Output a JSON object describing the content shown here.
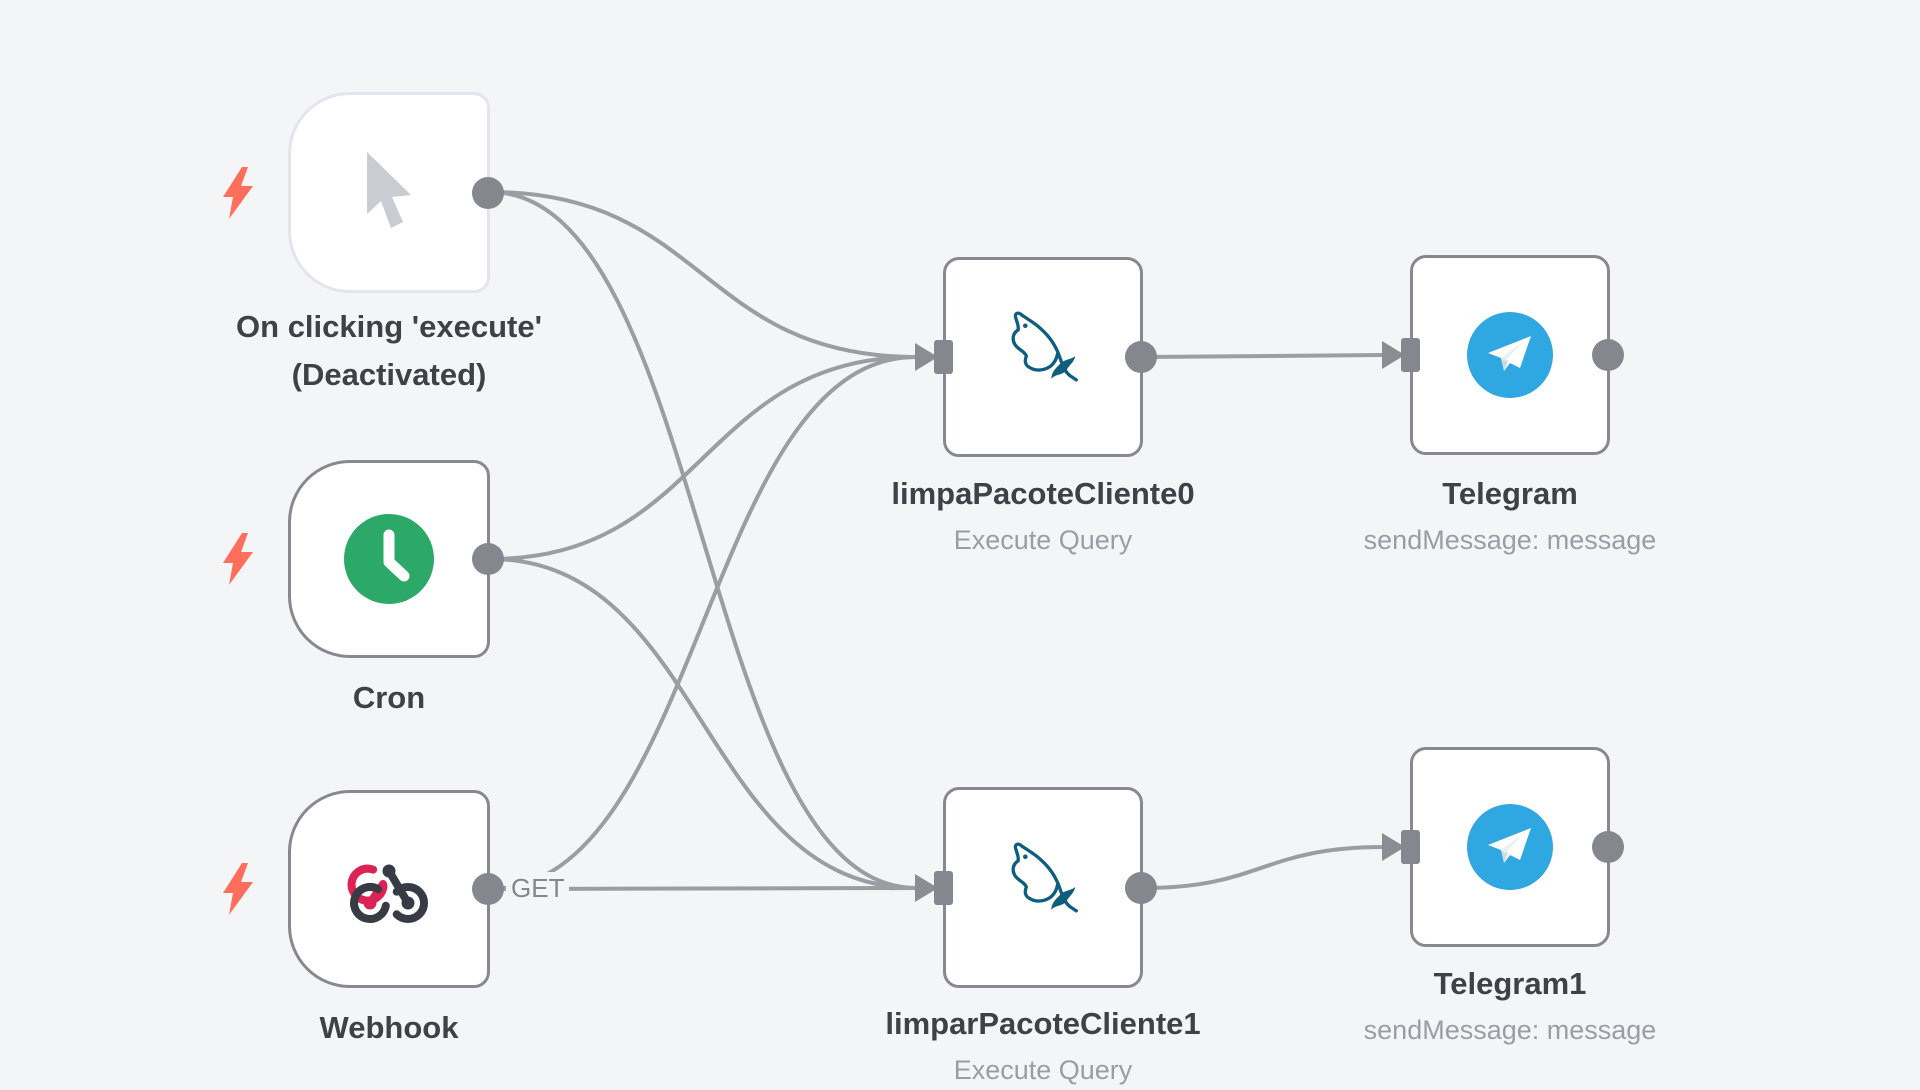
{
  "canvas": {
    "background_color": "#f4f5f6"
  },
  "nodes": [
    {
      "name": "On clicking 'execute'",
      "status": "(Deactivated)",
      "kind": "trigger",
      "deactivated": true,
      "icon": "cursor-icon"
    },
    {
      "name": "Cron",
      "kind": "trigger",
      "icon": "clock-icon"
    },
    {
      "name": "Webhook",
      "kind": "trigger",
      "icon": "webhook-icon",
      "output_label": "GET"
    },
    {
      "name": "limpaPacoteCliente0",
      "subtitle": "Execute Query",
      "kind": "regular",
      "icon": "mysql-dolphin-icon"
    },
    {
      "name": "limparPacoteCliente1",
      "subtitle": "Execute Query",
      "kind": "regular",
      "icon": "mysql-dolphin-icon"
    },
    {
      "name": "Telegram",
      "subtitle": "sendMessage: message",
      "kind": "regular",
      "icon": "telegram-icon"
    },
    {
      "name": "Telegram1",
      "subtitle": "sendMessage: message",
      "kind": "regular",
      "icon": "telegram-icon"
    }
  ],
  "connections": [
    {
      "from": "On clicking 'execute'",
      "to": "limpaPacoteCliente0"
    },
    {
      "from": "On clicking 'execute'",
      "to": "limparPacoteCliente1"
    },
    {
      "from": "Cron",
      "to": "limpaPacoteCliente0"
    },
    {
      "from": "Cron",
      "to": "limparPacoteCliente1"
    },
    {
      "from": "Webhook",
      "to": "limpaPacoteCliente0"
    },
    {
      "from": "Webhook",
      "to": "limparPacoteCliente1",
      "label": "GET"
    },
    {
      "from": "limpaPacoteCliente0",
      "to": "Telegram"
    },
    {
      "from": "limparPacoteCliente1",
      "to": "Telegram1"
    }
  ],
  "colors": {
    "node_border": "#86898f",
    "deactivated_border": "#e2e5ee",
    "connection_line": "#9a9da2",
    "port": "#84878d",
    "title_text": "#3e4147",
    "subtitle_text": "#9a9da5",
    "lightning": "#ff6e5b",
    "telegram_blue": "#2fa7e0",
    "cron_green": "#2ca868",
    "mysql_teal": "#0e5e7d",
    "webhook_pink": "#dd2255",
    "webhook_dark": "#363b44",
    "cursor_gray": "#c9ccd3"
  }
}
